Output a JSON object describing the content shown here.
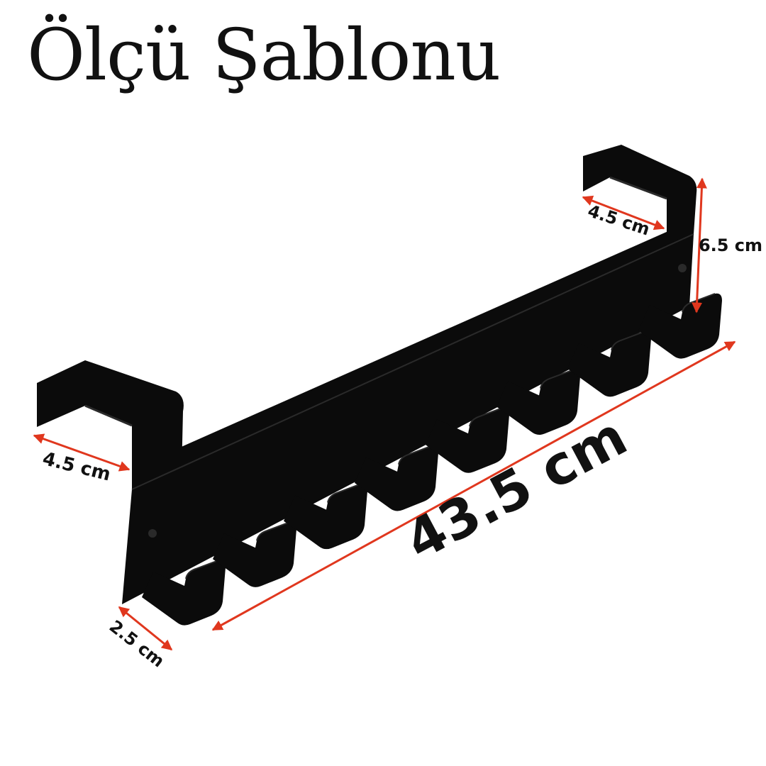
{
  "title": "Ölçü Şablonu",
  "product": {
    "hook_count": 8,
    "color": "#0b0b0b",
    "highlight": "#2a2a2a"
  },
  "dimensions": {
    "length": "43.5 cm",
    "left_depth": "4.5 cm",
    "right_depth": "4.5 cm",
    "height": "6.5 cm",
    "bar_thickness": "2.5 cm"
  },
  "colors": {
    "arrow": "#e0371e",
    "text": "#111111",
    "background": "#ffffff"
  }
}
